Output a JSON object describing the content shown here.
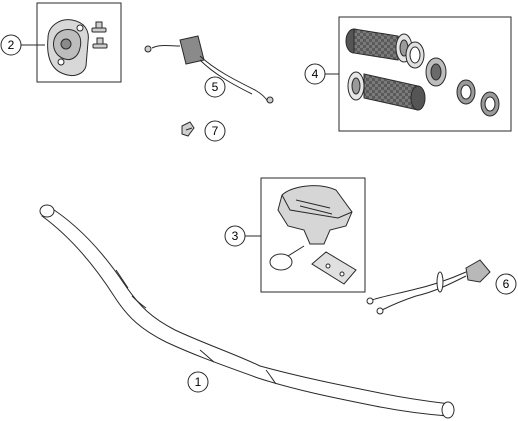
{
  "callouts": {
    "handlebar": "1",
    "clamp": "2",
    "cover": "3",
    "grips": "4",
    "throttle_cable": "5",
    "switch_wire": "6",
    "small_clip": "7"
  },
  "colors": {
    "line": "#2a2a2a",
    "part_fill": "#e8e8e8",
    "part_dark": "#6f6f6f",
    "background": "#ffffff"
  }
}
